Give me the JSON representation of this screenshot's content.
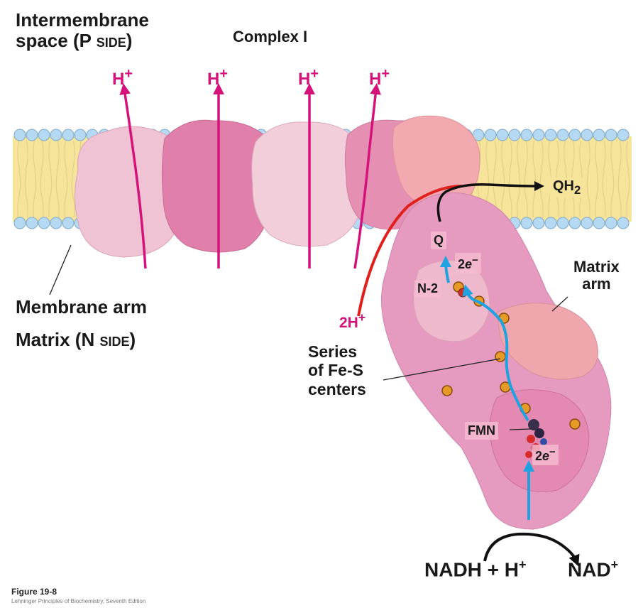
{
  "labels": {
    "intermembrane_line1": "Intermembrane",
    "intermembrane_line2_prefix": "space (",
    "intermembrane_side": "P side",
    "intermembrane_line2_suffix": ")",
    "complex": "Complex I",
    "proton": "H",
    "proton_charge": "+",
    "qh2_main": "QH",
    "qh2_sub": "2",
    "q": "Q",
    "electrons_coef": "2",
    "electrons_sym": "e",
    "electrons_charge": "−",
    "n2": "N-2",
    "matrix_arm_line1": "Matrix",
    "matrix_arm_line2": "arm",
    "membrane_arm": "Membrane arm",
    "matrix_prefix": "Matrix (",
    "matrix_side": "N side",
    "matrix_suffix": ")",
    "two_h_coef": "2H",
    "two_h_charge": "+",
    "series_line1": "Series",
    "series_line2": "of Fe-S",
    "series_line3": "centers",
    "fmn": "FMN",
    "nadh_text": "NADH + H",
    "nadh_charge": "+",
    "nad_text": "NAD",
    "nad_charge": "+"
  },
  "caption": {
    "figure": "Figure 19-8",
    "credit": "Lehninger Principles of Biochemistry, Seventh Edition"
  },
  "colors": {
    "proton_pink": "#d4127a",
    "electron_blue": "#1fa3e0",
    "arrow_red": "#e0201c",
    "membrane_yellow": "#f6e49a",
    "lipid_head_blue": "#b5d9f2",
    "protein_pink": "#e9a3bf"
  }
}
